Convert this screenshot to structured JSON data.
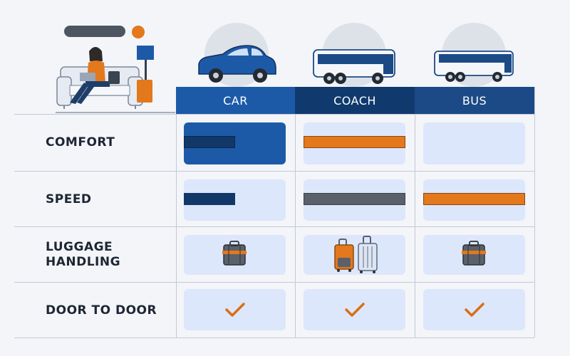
{
  "columns": [
    {
      "key": "car",
      "label": "CAR"
    },
    {
      "key": "coach",
      "label": "COACH"
    },
    {
      "key": "bus",
      "label": "BUS"
    }
  ],
  "rows": [
    {
      "key": "comfort",
      "label": "COMFORT"
    },
    {
      "key": "speed",
      "label": "SPEED"
    },
    {
      "key": "luggage",
      "label_line1": "LUGGAGE",
      "label_line2": "HANDLING"
    },
    {
      "key": "door",
      "label": "DOOR TO DOOR"
    }
  ],
  "ratings": {
    "comfort": {
      "car": 0.5,
      "coach": 1.0,
      "bus": 0
    },
    "speed": {
      "car": 0.5,
      "coach": 1.0,
      "bus": 1.0
    }
  },
  "colors": {
    "navy": "#12386a",
    "blue": "#1c5aa8",
    "orange": "#e3781c",
    "gray": "#5b616a",
    "cell": "#dde7fb"
  },
  "icons": {
    "luggage": {
      "car": "suitcase-icon",
      "coach": "two-rolling-suitcases-icon",
      "bus": "suitcase-icon"
    },
    "door": {
      "car": "checkmark-icon",
      "coach": "checkmark-icon",
      "bus": "checkmark-icon"
    }
  }
}
